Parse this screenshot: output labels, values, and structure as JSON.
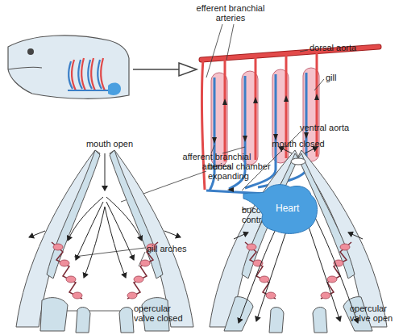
{
  "diagram": {
    "nodes": [
      {
        "text": [
          "Heart"
        ]
      }
    ],
    "labels": [
      "efferent branchial arteries",
      "dorsal aorta",
      "gill",
      "ventral aorta",
      "afferent branchial arteries",
      "mouth open",
      "mouth closed",
      "buccal chamber expanding",
      "buccal chamber contracting",
      "gill arches",
      "opercular valve closed",
      "opercular valve open"
    ]
  }
}
